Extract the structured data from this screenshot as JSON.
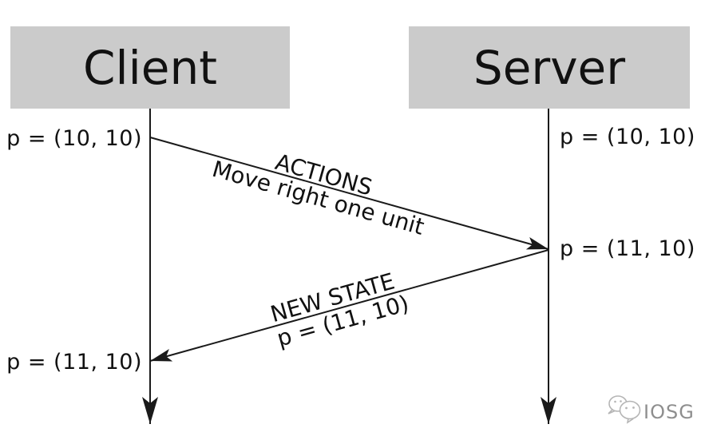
{
  "diagram": {
    "actors": {
      "client": {
        "label": "Client"
      },
      "server": {
        "label": "Server"
      }
    },
    "states": {
      "client_initial": "p = (10, 10)",
      "server_initial": "p = (10, 10)",
      "server_updated": "p = (11, 10)",
      "client_updated": "p = (11, 10)"
    },
    "messages": {
      "actions": {
        "title": "ACTIONS",
        "body": "Move right one unit"
      },
      "new_state": {
        "title": "NEW STATE",
        "body": "p = (11, 10)"
      }
    }
  },
  "watermark": {
    "label": "IOSG",
    "icon": "wechat-chat-bubbles-icon"
  },
  "colors": {
    "background": "#ffffff",
    "actor_box_fill": "#cbcbcb",
    "line": "#1a1a1a",
    "text": "#111111",
    "watermark_text": "#8e8e8e",
    "watermark_icon": "#b5b5b5"
  }
}
